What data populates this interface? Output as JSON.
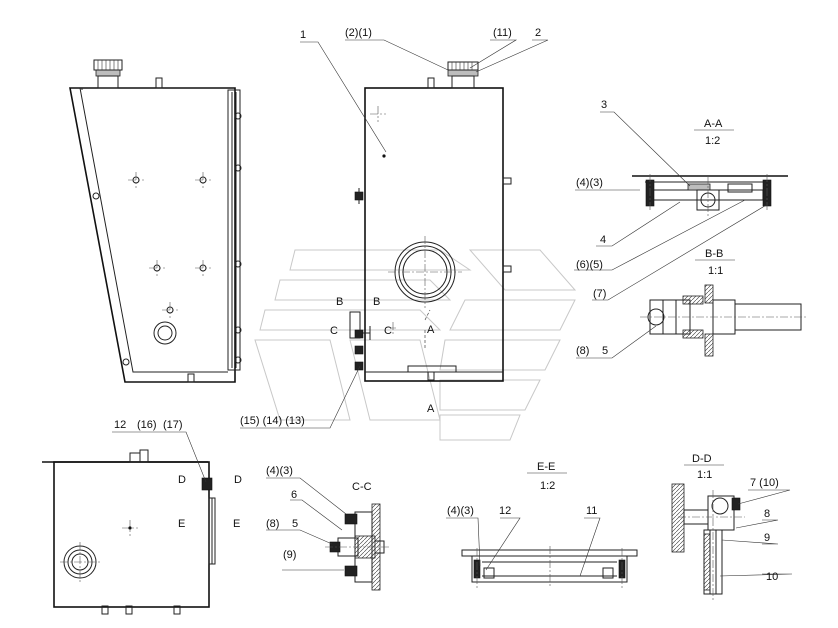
{
  "callouts_top": [
    "1",
    "(2)(1)",
    "(11)",
    "2"
  ],
  "view_letters": [
    "B",
    "B",
    "C",
    "C",
    "A",
    "A"
  ],
  "callouts_bottom_main": "(15) (14) (13)",
  "section_aa": {
    "title": "A-A",
    "scale": "1:2",
    "callouts": [
      "3",
      "(4)(3)",
      "4",
      "(6)(5)",
      "(7)"
    ]
  },
  "section_bb": {
    "title": "B-B",
    "scale": "1:1",
    "callouts": [
      "(8)",
      "5"
    ]
  },
  "side_view": {
    "callouts": [
      "12",
      "(16)",
      "(17)"
    ],
    "letters": [
      "D",
      "D",
      "E",
      "E"
    ]
  },
  "section_cc": {
    "title": "C-C",
    "callouts": [
      "(4)(3)",
      "6",
      "(8)",
      "5",
      "(9)"
    ]
  },
  "section_ee": {
    "title": "E-E",
    "scale": "1:2",
    "callouts": [
      "(4)(3)",
      "12",
      "11"
    ]
  },
  "section_dd": {
    "title": "D-D",
    "scale": "1:1",
    "callouts": [
      "7 (10)",
      "8",
      "9",
      "10"
    ]
  }
}
